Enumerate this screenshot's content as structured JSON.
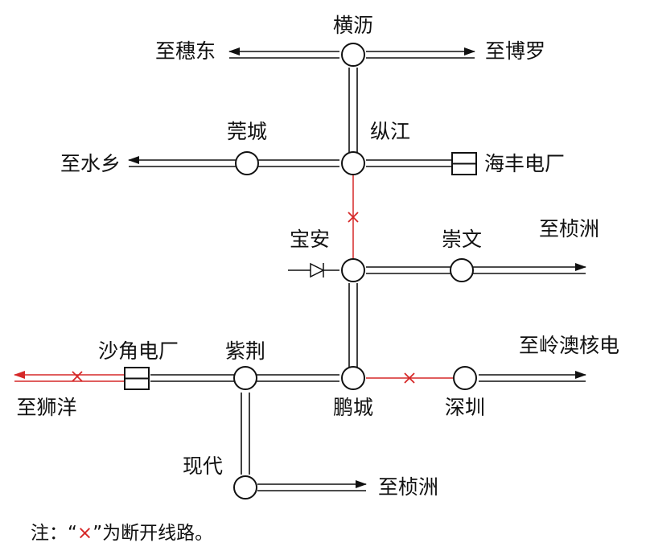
{
  "colors": {
    "line": "#111111",
    "open": "#d62828",
    "bg": "#ffffff"
  },
  "labels": {
    "hengli": "横沥",
    "to_suidong": "至穗东",
    "to_boluo": "至博罗",
    "guancheng": "莞城",
    "zongjiang": "纵江",
    "haifeng_plant": "海丰电厂",
    "to_shuixiang": "至水乡",
    "baoan": "宝安",
    "chongwen": "崇文",
    "to_zhenzhou_1": "至桢洲",
    "shajiao_plant": "沙角电厂",
    "zijing": "紫荆",
    "to_lingao": "至岭澳核电",
    "to_shiyang": "至狮洋",
    "pengcheng": "鹏城",
    "shenzhen": "深圳",
    "xiandai": "现代",
    "to_zhenzhou_2": "至桢洲"
  },
  "note": {
    "prefix": "注：“",
    "mark": "×",
    "suffix": "”为断开线路。"
  }
}
